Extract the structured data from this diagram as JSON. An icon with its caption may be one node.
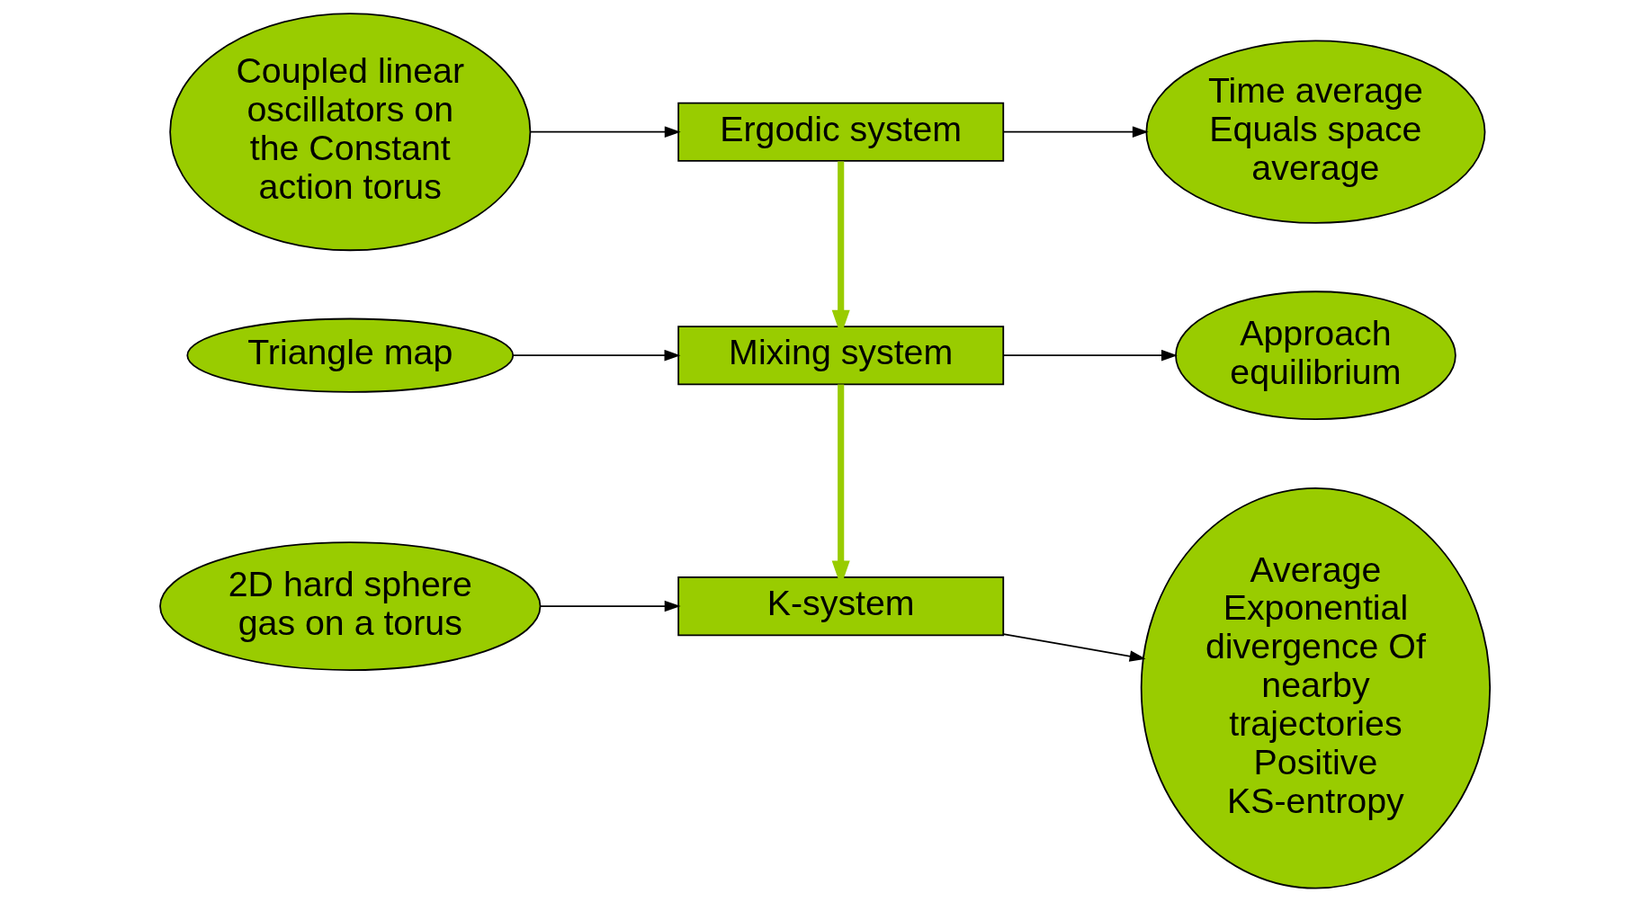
{
  "diagram": {
    "nodes": [
      {
        "text": [
          "Coupled linear oscillators on the Constant action torus"
        ]
      },
      {
        "text": [
          "Ergodic system"
        ]
      },
      {
        "text": [
          "Time average Equals space average"
        ]
      },
      {
        "text": [
          "Triangle map"
        ]
      },
      {
        "text": [
          "Mixing system"
        ]
      },
      {
        "text": [
          "Approach equilibrium"
        ]
      },
      {
        "text": [
          "2D hard sphere gas on a torus"
        ]
      },
      {
        "text": [
          "K-system"
        ]
      },
      {
        "text": [
          "Average Exponential divergence Of nearby trajectories Positive KS-entropy"
        ]
      }
    ],
    "edges": [
      {
        "from": 0,
        "to": 1,
        "arrow": "to"
      },
      {
        "from": 1,
        "to": 2,
        "arrow": "to"
      },
      {
        "from": 1,
        "to": 4,
        "arrow": "to",
        "style": "thick",
        "color": "#99cc00"
      },
      {
        "from": 3,
        "to": 4,
        "arrow": "to"
      },
      {
        "from": 4,
        "to": 5,
        "arrow": "to"
      },
      {
        "from": 4,
        "to": 7,
        "arrow": "to",
        "style": "thick",
        "color": "#99cc00"
      },
      {
        "from": 6,
        "to": 7,
        "arrow": "to"
      },
      {
        "from": 7,
        "to": 8,
        "arrow": "to"
      }
    ]
  }
}
